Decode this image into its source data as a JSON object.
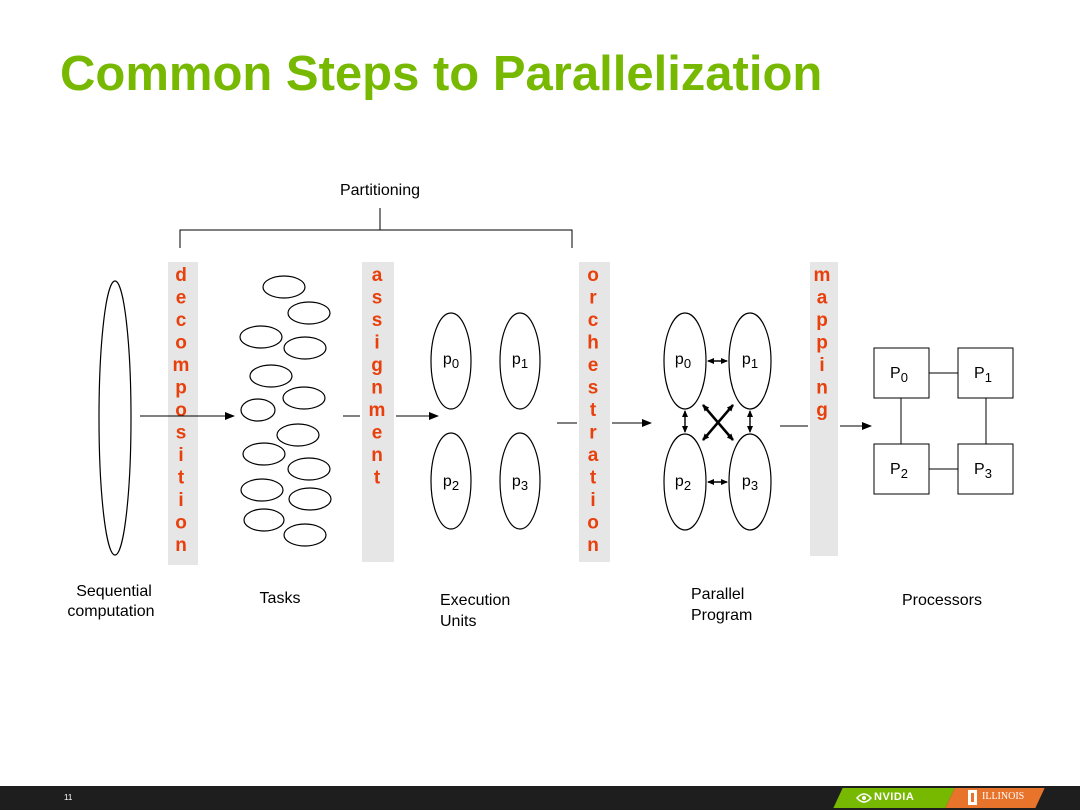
{
  "slide": {
    "title": "Common Steps to Parallelization",
    "page_number": "11"
  },
  "diagram": {
    "partitioning_label": "Partitioning",
    "steps": {
      "decomposition": "decomposition",
      "assignment": "assignment",
      "orchestration": "orchestration",
      "mapping": "mapping"
    },
    "stage_labels": {
      "sequential_line1": "Sequential",
      "sequential_line2": "computation",
      "tasks": "Tasks",
      "execution_line1": "Execution",
      "execution_line2": "Units",
      "parallel_line1": "Parallel",
      "parallel_line2": "Program",
      "processors": "Processors"
    },
    "execution_units": [
      "p0",
      "p1",
      "p2",
      "p3"
    ],
    "processors": [
      "P0",
      "P1",
      "P2",
      "P3"
    ],
    "step_text_color": "#e8400c",
    "step_bar_color": "#e6e6e6"
  },
  "footer": {
    "nvidia": "NVIDIA",
    "illinois": "ILLINOIS",
    "nvidia_color": "#76b900",
    "illinois_color": "#e8742c"
  }
}
